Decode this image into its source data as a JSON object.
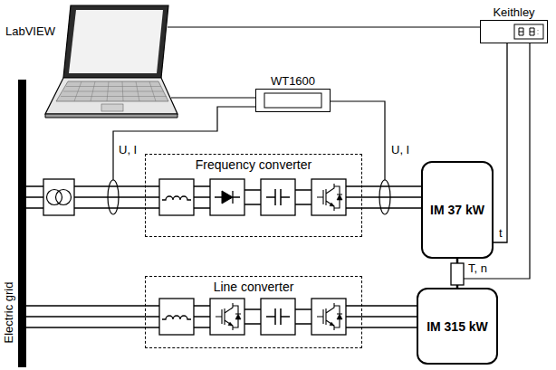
{
  "diagram": {
    "nodes": [
      {
        "text": [
          "Keithley"
        ]
      },
      {
        "text": [
          "WT1600"
        ]
      },
      {
        "text": [
          "Frequency converter"
        ]
      },
      {
        "text": [
          "IM 37 kW"
        ]
      },
      {
        "text": [
          "Line converter"
        ]
      },
      {
        "text": [
          "IM 315 kW"
        ]
      }
    ],
    "edges": [
      {
        "from": 2,
        "to": 3,
        "arrow": "none"
      },
      {
        "from": 4,
        "to": 5,
        "arrow": "none"
      },
      {
        "from": 0,
        "to": 3,
        "label": "t",
        "arrow": "none"
      }
    ],
    "labels": [
      "LabVIEW",
      "U, I",
      "U, I",
      "Electric grid",
      "T, n"
    ]
  }
}
